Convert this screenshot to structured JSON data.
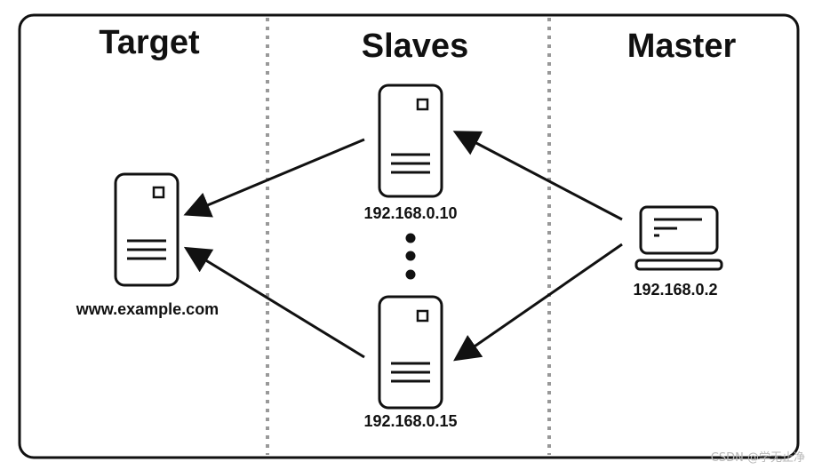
{
  "columns": {
    "target": "Target",
    "slaves": "Slaves",
    "master": "Master"
  },
  "nodes": {
    "target_label": "www.example.com",
    "slave_1_label": "192.168.0.10",
    "slave_2_label": "192.168.0.15",
    "master_label": "192.168.0.2"
  },
  "watermark": "CSDN @学无止净",
  "colors": {
    "stroke": "#111111",
    "divider": "#999999",
    "background": "#ffffff"
  }
}
